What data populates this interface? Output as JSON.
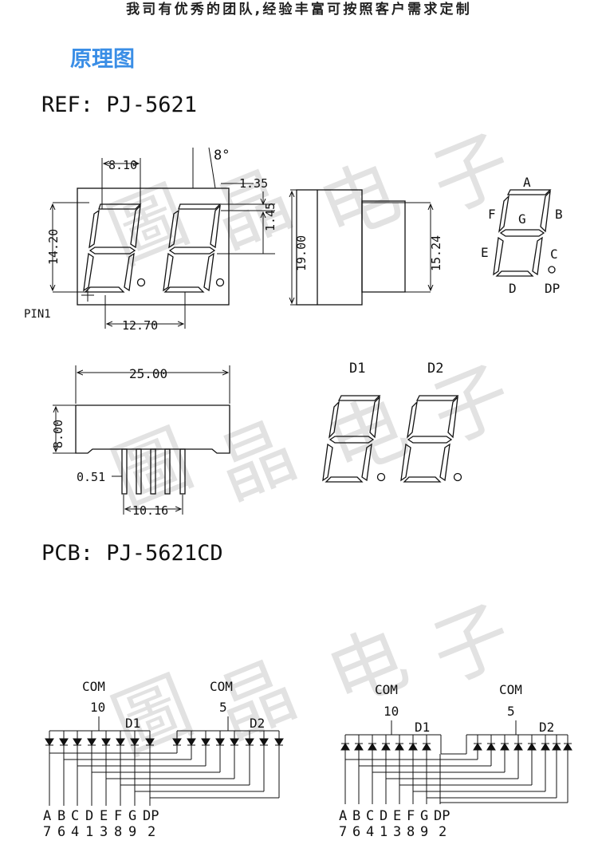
{
  "header": {
    "tagline": "我司有优秀的团队,经验丰富可按照客户需求定制",
    "section_title": "原理图"
  },
  "watermark": [
    "圖",
    "晶",
    "电",
    "子"
  ],
  "ref": {
    "title": "REF: PJ-5621",
    "dims": {
      "d810": "8.10",
      "d8deg": "8°",
      "d135": "1.35",
      "d145": "1.45",
      "d1420": "14.20",
      "d1270": "12.70",
      "d1900": "19.00",
      "d1524": "15.24",
      "d2500": "25.00",
      "d800": "8.00",
      "d051": "0.51",
      "d1016": "10.16"
    },
    "pin1_label": "PIN1",
    "plus_mark": "+",
    "segments": {
      "a": "A",
      "b": "B",
      "c": "C",
      "d": "D",
      "e": "E",
      "f": "F",
      "g": "G",
      "dp": "DP"
    },
    "digits": {
      "d1": "D1",
      "d2": "D2"
    }
  },
  "pcb": {
    "title": "PCB: PJ-5621CD",
    "com_label": "COM",
    "com1_pin": "10",
    "com2_pin": "5",
    "d1": "D1",
    "d2": "D2",
    "seg_letters": [
      "A",
      "B",
      "C",
      "D",
      "E",
      "F",
      "G",
      "DP"
    ],
    "seg_pins": [
      "7",
      "6",
      "4",
      "1",
      "3",
      "8",
      "9",
      "2"
    ]
  }
}
